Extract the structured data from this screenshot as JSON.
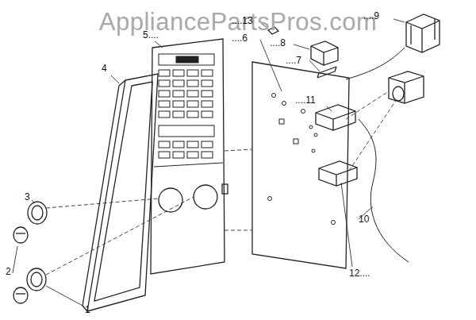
{
  "diagram": {
    "labels": [
      "AppliancePartsPros.com",
      "4",
      "5....",
      "....13",
      "....6",
      "....8",
      "....7",
      "....9",
      "....11",
      "10",
      "12....",
      "3",
      "2",
      "1"
    ]
  }
}
